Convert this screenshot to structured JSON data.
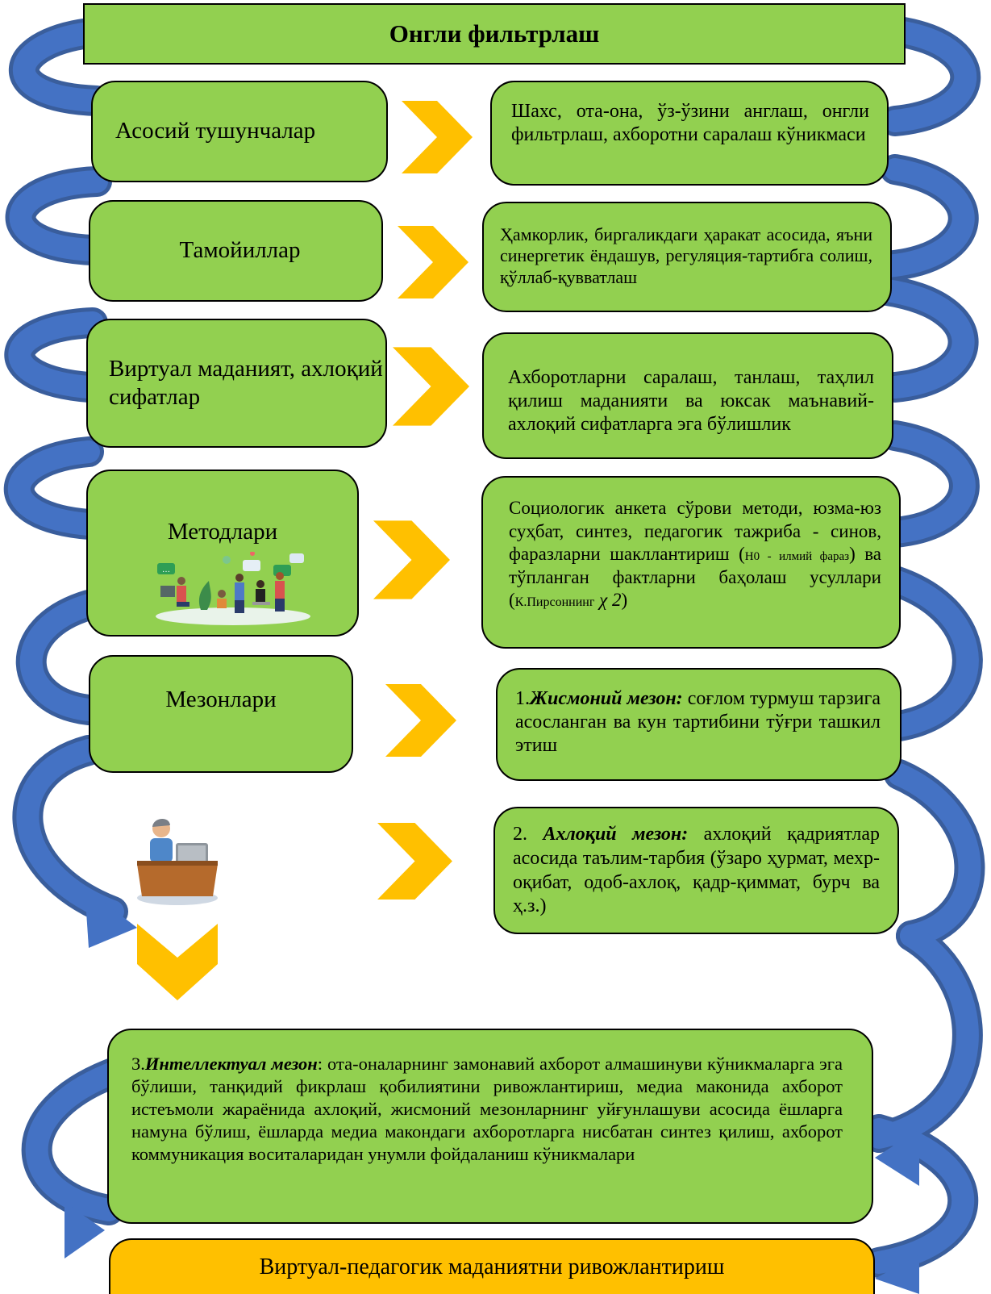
{
  "title": "Онгли фильтрлаш",
  "rows": [
    {
      "label": "Асосий тушунчалар",
      "description": "Шахс, ота-она, ўз-ўзини англаш, онгли фильтрлаш, ахборотни саралаш кўникмаси"
    },
    {
      "label": "Тамойиллар",
      "description": "Ҳамкорлик, биргаликдаги ҳаракат асосида, яъни синергетик ёндашув, регуляция-тартибга солиш, қўллаб-қувватлаш"
    },
    {
      "label": "Виртуал маданият, ахлоқий сифатлар",
      "description": "Ахборотларни саралаш, танлаш, таҳлил қилиш маданияти ва юксак маънавий-ахлоқий сифатларга эга бўлишлик"
    },
    {
      "label": "Методлари",
      "description_main": "Социологик анкета сўрови методи, юзма-юз суҳбат, синтез, педагогик тажриба - синов, фаразларни шакллантириш (",
      "description_h0": "H0 - илмий фараз",
      "description_mid": ") ва тўпланган фактларни баҳолаш усуллари (",
      "description_pearson": "К.Пирсоннинг",
      "description_chi": "χ 2",
      "description_end": ")"
    },
    {
      "label": "Мезонлари"
    }
  ],
  "criteria": [
    {
      "num": "1.",
      "name": "Жисмоний мезон:",
      "text": "соғлом турмуш тарзига асосланган ва кун тартибини тўғри ташкил этиш"
    },
    {
      "num": "2. ",
      "name": "Ахлоқий мезон:",
      "text": "ахлоқий қадриятлар асосида таълим-тарбия (ўзаро ҳурмат, мехр-оқибат, одоб-ахлоқ, қадр-қиммат, бурч ва ҳ.з.)"
    },
    {
      "num": "3.",
      "name": "Интеллектуал мезон",
      "text": ": ота-оналарнинг замонавий ахборот алмашинуви кўникмаларга эга бўлиши, танқидий фикрлаш қобилиятини ривожлантириш, медиа маконида ахборот истеъмоли жараёнида ахлоқий, жисмоний мезонларнинг уйғунлашуви асосида ёшларга намуна бўлиш, ёшларда медиа макондаги ахборотларга нисбатан синтез қилиш, ахборот коммуникация воситаларидан унумли фойдаланиш кўникмалари"
    }
  ],
  "result": "Виртуал-педагогик маданиятни ривожлантириш",
  "colors": {
    "box_green": "#92d050",
    "chevron": "#ffc000",
    "ribbon": "#4472c4",
    "result": "#ffc000"
  },
  "icons": [
    "chevron-right-icon",
    "chevron-down-icon",
    "teamwork-illustration",
    "person-at-computer-illustration"
  ]
}
